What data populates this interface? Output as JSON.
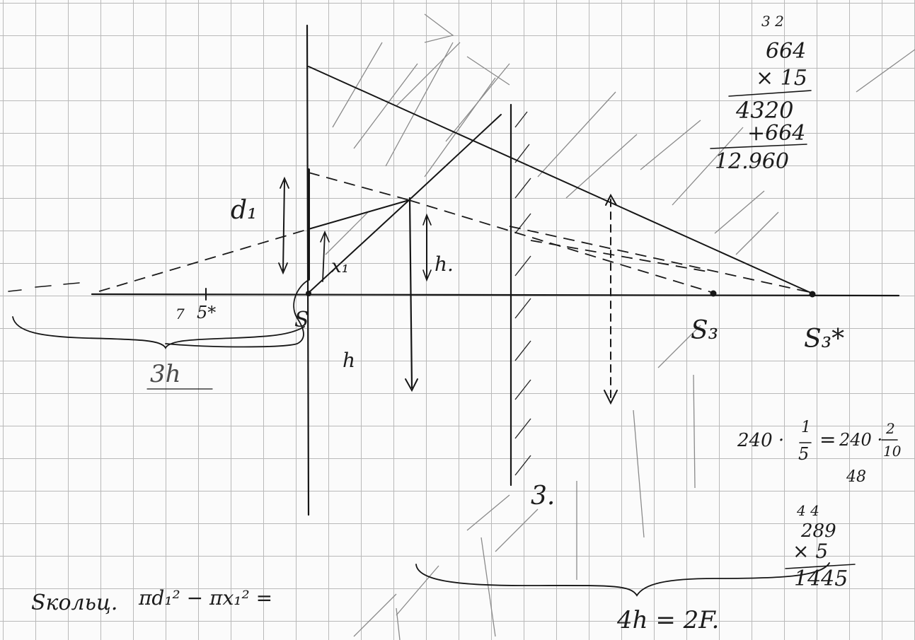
{
  "labels": {
    "d1": "d₁",
    "x1": "x₁",
    "h_upper": "h.",
    "h_lower": "h",
    "S": "S",
    "S3": "S₃",
    "S3_star": "S₃*",
    "mirror_label": "3.",
    "tick_7": "7",
    "tick_5": "5*",
    "three_h": "3h",
    "four_h": "4h = 2F."
  },
  "calc_top": {
    "carry": "3 2",
    "line1": "664",
    "line2": "× 15",
    "line3": "4320",
    "line4": "+664",
    "result": "12.960"
  },
  "calc_bottom": {
    "carry": "4 4",
    "line1": "289",
    "line2": "× 5",
    "result": "1445"
  },
  "fraction_eq": {
    "lhs_int": "240 ·",
    "lhs_num": "1",
    "lhs_den": "5",
    "equals": "=",
    "rhs_int": "240 ·",
    "rhs_num": "2",
    "rhs_den": "10",
    "below": "48"
  },
  "area_formula": {
    "lead": "Sкольц.",
    "expr": "πd₁² − πx₁² ="
  },
  "colors": {
    "ink": "#161616",
    "grid": "#b9b9b9",
    "pencil": "#8a8a8a",
    "paper": "#fbfbfb"
  }
}
